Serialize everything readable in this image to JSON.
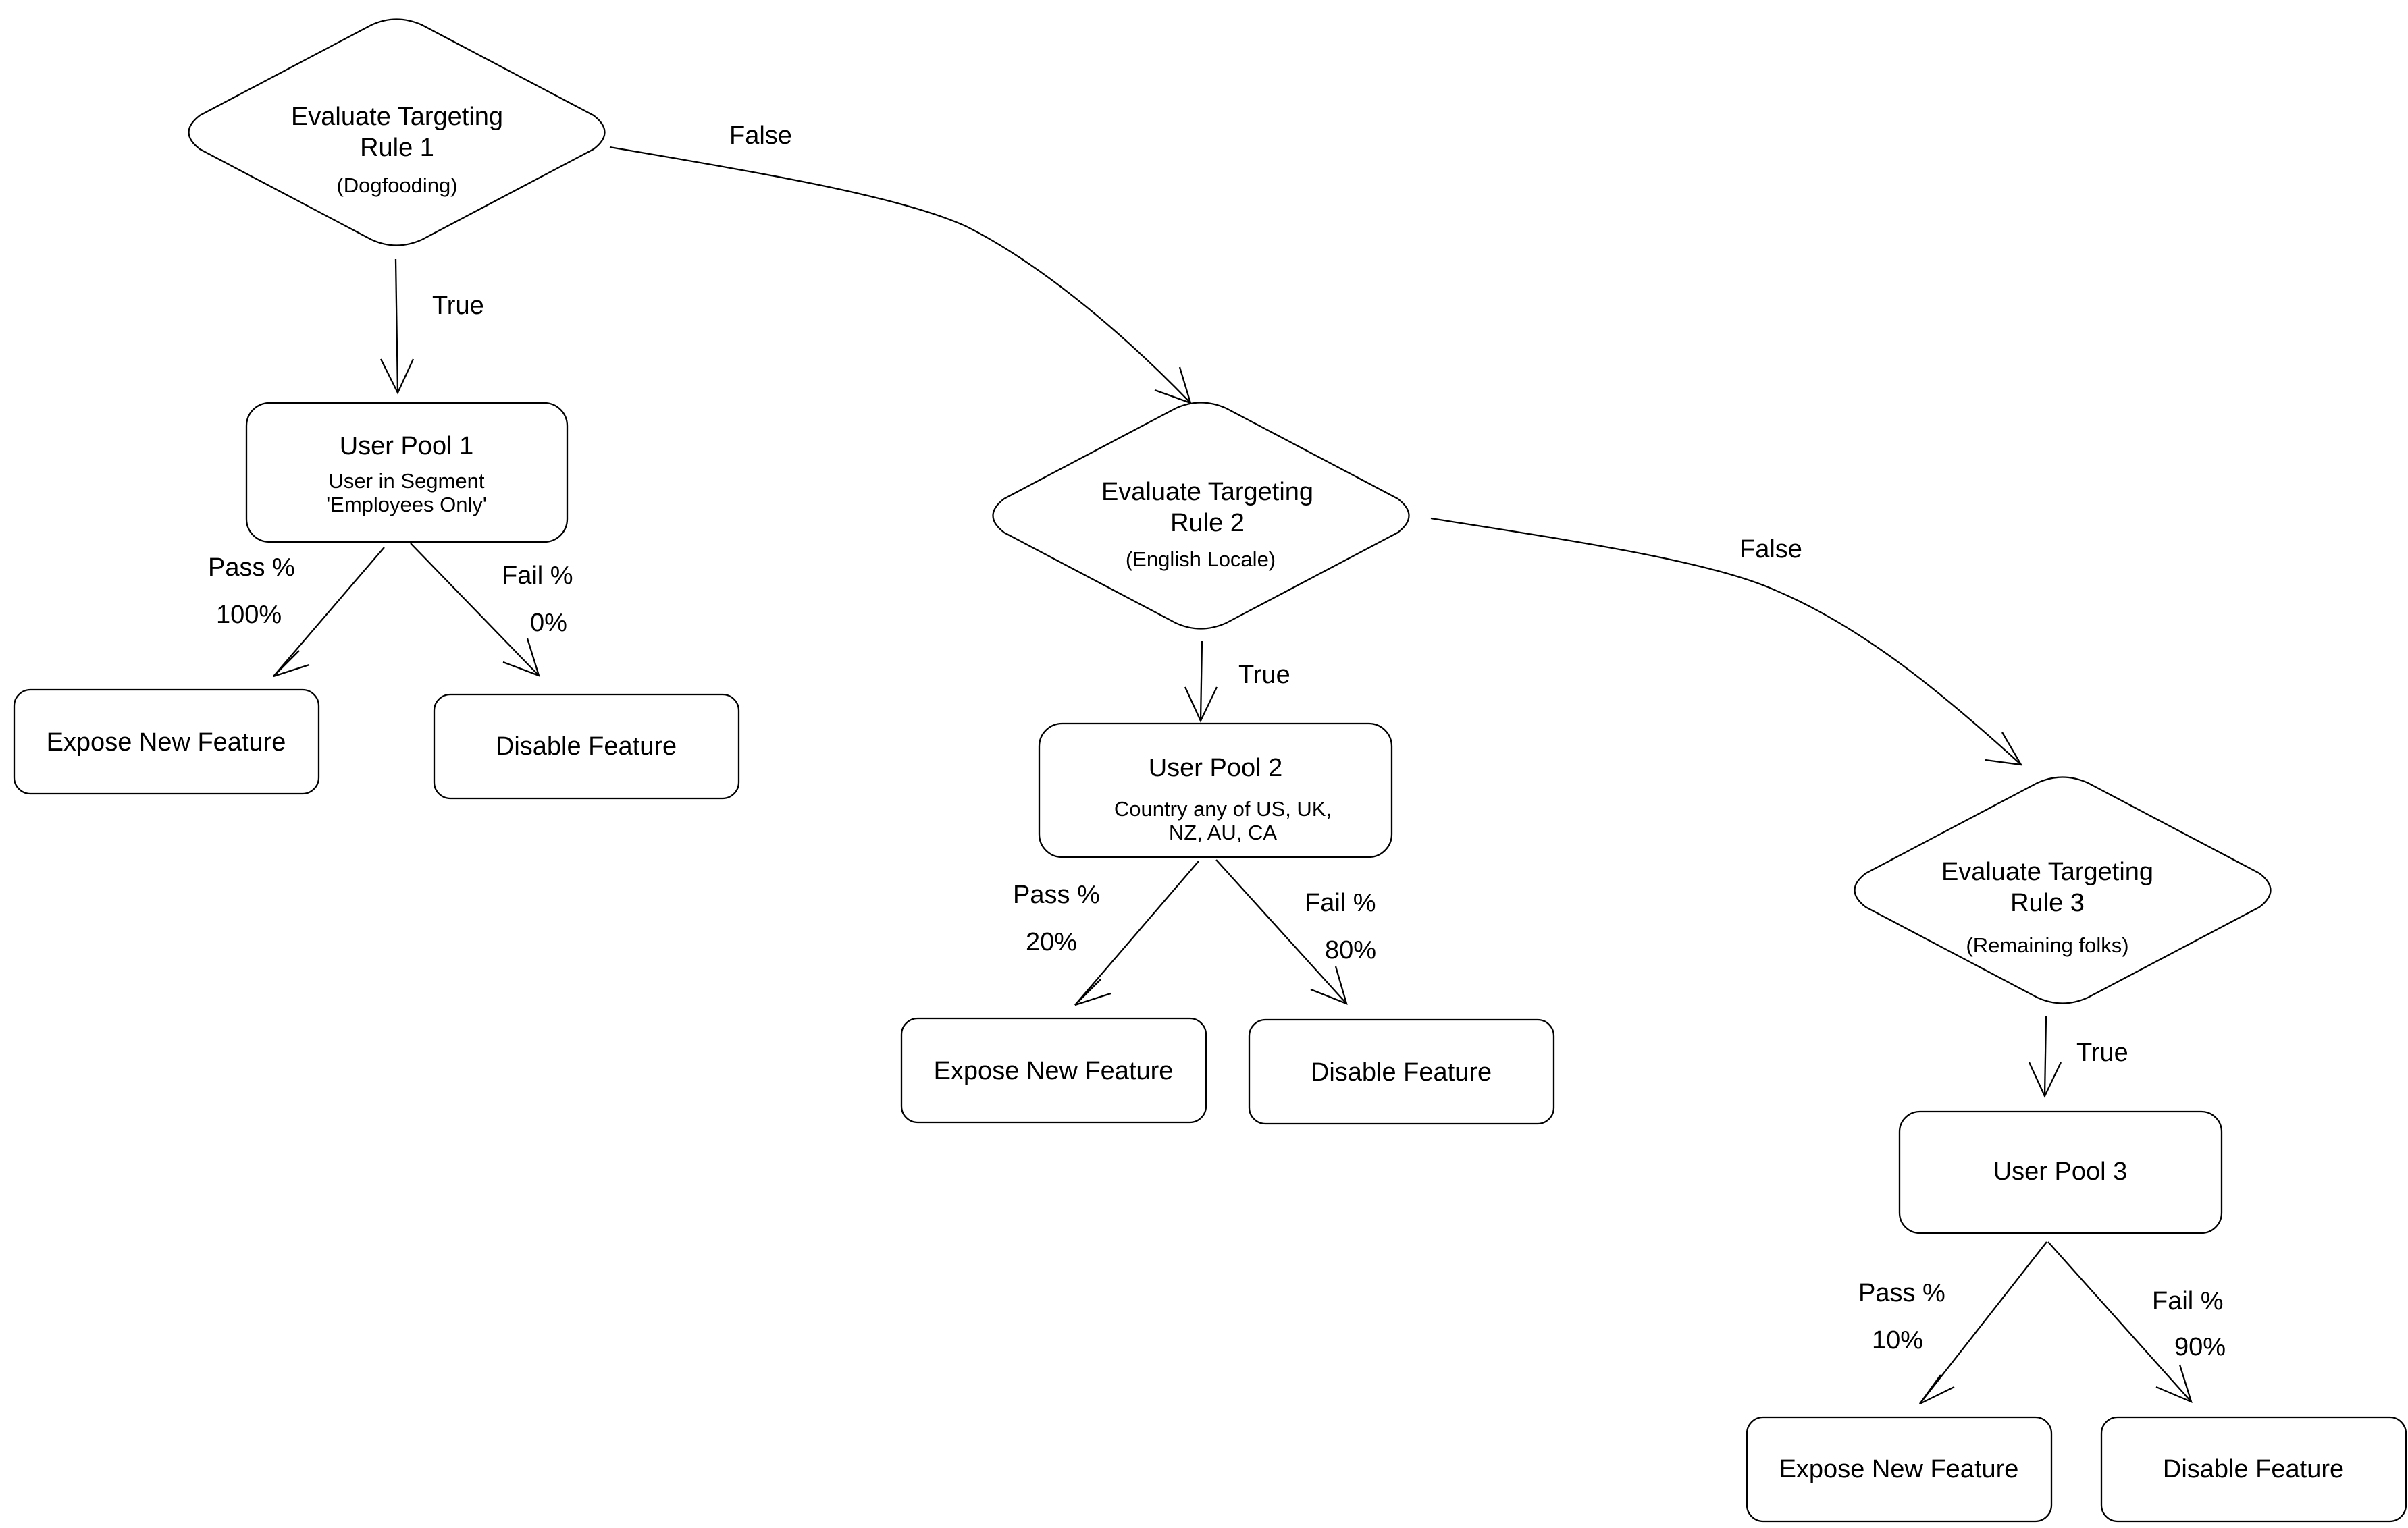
{
  "diagram": {
    "rule1": {
      "line1": "Evaluate Targeting",
      "line2": "Rule 1",
      "sub": "(Dogfooding)"
    },
    "rule2": {
      "line1": "Evaluate Targeting",
      "line2": "Rule 2",
      "sub": "(English Locale)"
    },
    "rule3": {
      "line1": "Evaluate Targeting",
      "line2": "Rule 3",
      "sub": "(Remaining folks)"
    },
    "pool1": {
      "title": "User Pool 1",
      "sub1": "User in Segment",
      "sub2": "'Employees Only'"
    },
    "pool2": {
      "title": "User Pool 2",
      "sub1": "Country any of US, UK,",
      "sub2": "NZ, AU, CA"
    },
    "pool3": {
      "title": "User Pool 3"
    },
    "outcomes": {
      "expose": "Expose New Feature",
      "disable": "Disable Feature"
    },
    "edges": {
      "true_label": "True",
      "false_label": "False",
      "pass_label": "Pass %",
      "fail_label": "Fail %",
      "pool1_pass": "100%",
      "pool1_fail": "0%",
      "pool2_pass": "20%",
      "pool2_fail": "80%",
      "pool3_pass": "10%",
      "pool3_fail": "90%"
    }
  }
}
